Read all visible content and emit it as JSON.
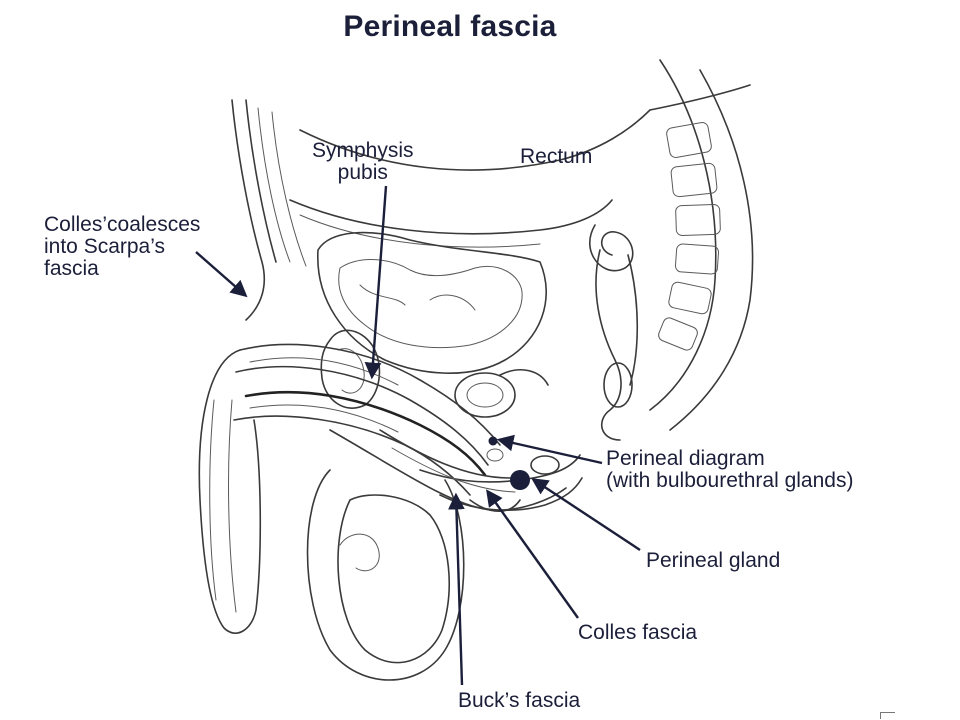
{
  "title": "Perineal fascia",
  "labels": {
    "symphysis": "Symphysis\npubis",
    "rectum": "Rectum",
    "colles_coalesces": "Colles’coalesces\ninto Scarpa’s\nfascia",
    "perineal_diagram": "Perineal diagram\n(with bulbourethral glands)",
    "perineal_gland": "Perineal gland",
    "colles_fascia": "Colles fascia",
    "bucks_fascia": "Buck’s fascia"
  },
  "colors": {
    "label_text": "#1c1f3a",
    "pointer": "#1c1f3a",
    "sketch_line": "#3a3a3a",
    "background": "#ffffff"
  }
}
